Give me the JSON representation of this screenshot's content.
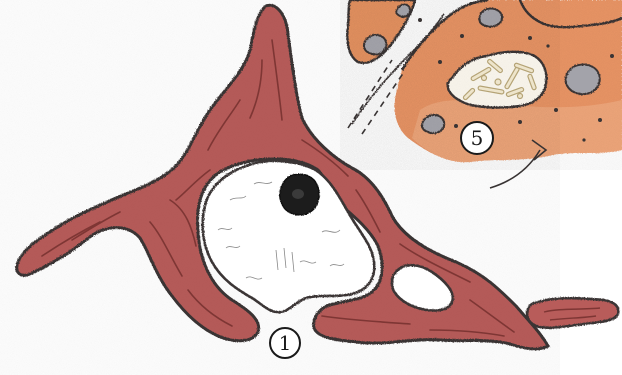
{
  "map": {
    "markers": [
      {
        "id": "1",
        "label": "1"
      },
      {
        "id": "5",
        "label": "5"
      }
    ],
    "colors": {
      "cave_wall": "#b65a58",
      "cave_wall_dark": "#8a3c3a",
      "upper_cave": "#e89060",
      "upper_cave_light": "#f2b08a",
      "outline": "#3a3535",
      "boulder": "#9e9ea4",
      "black_hole": "#1e1e1e",
      "bones": "#f3ead0"
    }
  }
}
